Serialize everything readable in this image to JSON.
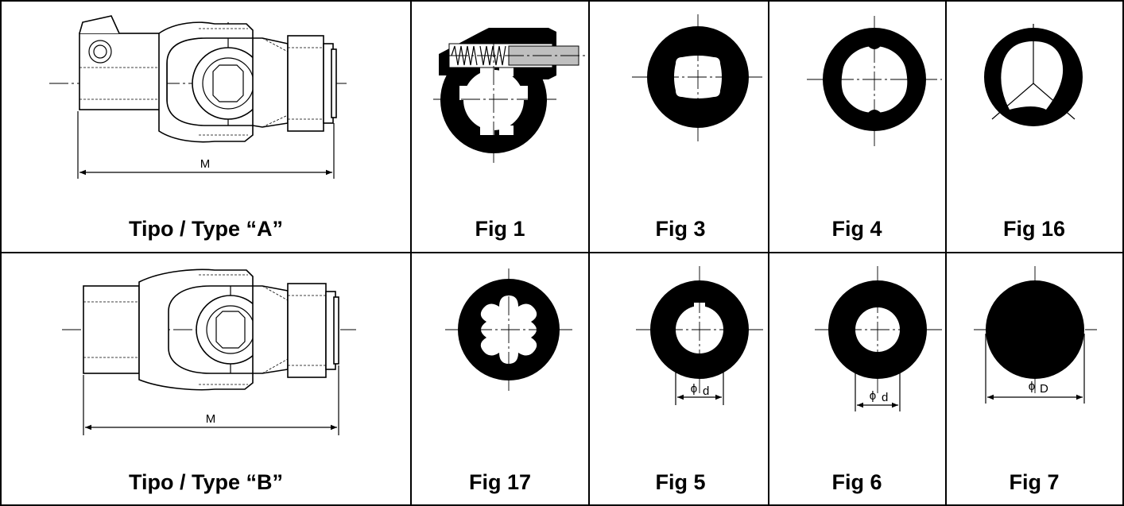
{
  "cells": {
    "type_a": {
      "label": "Tipo / Type “A”",
      "dimension": "M"
    },
    "fig1": {
      "label": "Fig 1"
    },
    "fig3": {
      "label": "Fig 3"
    },
    "fig4": {
      "label": "Fig 4"
    },
    "fig16": {
      "label": "Fig 16"
    },
    "type_b": {
      "label": "Tipo / Type “B”",
      "dimension": "M"
    },
    "fig17": {
      "label": "Fig 17"
    },
    "fig5": {
      "label": "Fig 5",
      "dim_symbol": "ϕ",
      "dim_sub": "d"
    },
    "fig6": {
      "label": "Fig 6",
      "dim_symbol": "ϕ",
      "dim_sub": "d"
    },
    "fig7": {
      "label": "Fig 7",
      "dim_symbol": "ϕ",
      "dim_sub": "D"
    }
  }
}
